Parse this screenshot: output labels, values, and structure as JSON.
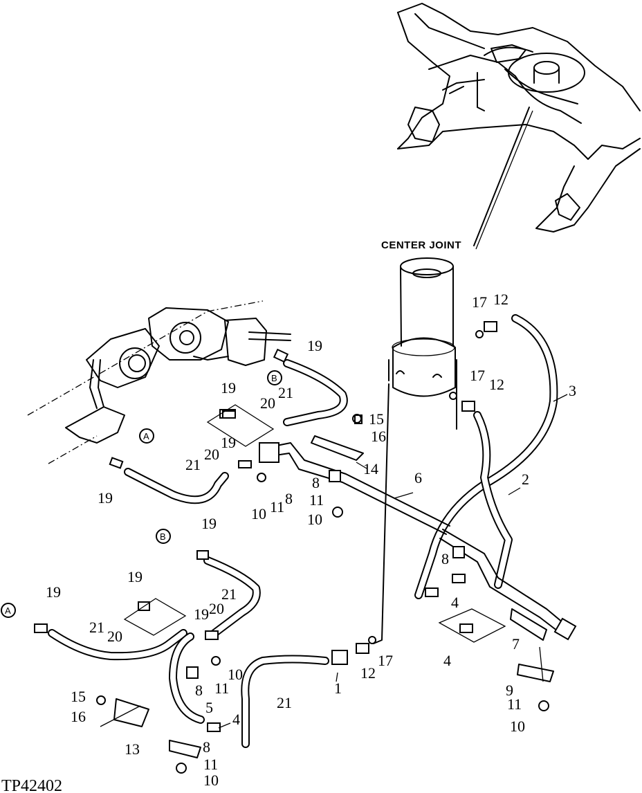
{
  "diagram": {
    "title_label": "CENTER JOINT",
    "figure_id": "TP42402",
    "reference_points": [
      "A",
      "B"
    ],
    "callouts": [
      {
        "id": "c1",
        "label": "1"
      },
      {
        "id": "c2",
        "label": "2"
      },
      {
        "id": "c3",
        "label": "3"
      },
      {
        "id": "c4a",
        "label": "4"
      },
      {
        "id": "c4b",
        "label": "4"
      },
      {
        "id": "c4c",
        "label": "4"
      },
      {
        "id": "c5",
        "label": "5"
      },
      {
        "id": "c6",
        "label": "6"
      },
      {
        "id": "c7",
        "label": "7"
      },
      {
        "id": "c8a",
        "label": "8"
      },
      {
        "id": "c8b",
        "label": "8"
      },
      {
        "id": "c8c",
        "label": "8"
      },
      {
        "id": "c8d",
        "label": "8"
      },
      {
        "id": "c8e",
        "label": "8"
      },
      {
        "id": "c9",
        "label": "9"
      },
      {
        "id": "c10a",
        "label": "10"
      },
      {
        "id": "c10b",
        "label": "10"
      },
      {
        "id": "c10c",
        "label": "10"
      },
      {
        "id": "c10d",
        "label": "10"
      },
      {
        "id": "c10e",
        "label": "10"
      },
      {
        "id": "c11a",
        "label": "11"
      },
      {
        "id": "c11b",
        "label": "11"
      },
      {
        "id": "c11c",
        "label": "11"
      },
      {
        "id": "c11d",
        "label": "11"
      },
      {
        "id": "c11e",
        "label": "11"
      },
      {
        "id": "c12a",
        "label": "12"
      },
      {
        "id": "c12b",
        "label": "12"
      },
      {
        "id": "c12c",
        "label": "12"
      },
      {
        "id": "c13",
        "label": "13"
      },
      {
        "id": "c14",
        "label": "14"
      },
      {
        "id": "c15a",
        "label": "15"
      },
      {
        "id": "c15b",
        "label": "15"
      },
      {
        "id": "c16a",
        "label": "16"
      },
      {
        "id": "c16b",
        "label": "16"
      },
      {
        "id": "c17a",
        "label": "17"
      },
      {
        "id": "c17b",
        "label": "17"
      },
      {
        "id": "c17c",
        "label": "17"
      },
      {
        "id": "c19a",
        "label": "19"
      },
      {
        "id": "c19b",
        "label": "19"
      },
      {
        "id": "c19c",
        "label": "19"
      },
      {
        "id": "c19d",
        "label": "19"
      },
      {
        "id": "c19e",
        "label": "19"
      },
      {
        "id": "c19f",
        "label": "19"
      },
      {
        "id": "c19g",
        "label": "19"
      },
      {
        "id": "c19h",
        "label": "19"
      },
      {
        "id": "c20a",
        "label": "20"
      },
      {
        "id": "c20b",
        "label": "20"
      },
      {
        "id": "c20c",
        "label": "20"
      },
      {
        "id": "c20d",
        "label": "20"
      },
      {
        "id": "c21a",
        "label": "21"
      },
      {
        "id": "c21b",
        "label": "21"
      },
      {
        "id": "c21c",
        "label": "21"
      },
      {
        "id": "c21d",
        "label": "21"
      },
      {
        "id": "c21e",
        "label": "21"
      }
    ]
  }
}
